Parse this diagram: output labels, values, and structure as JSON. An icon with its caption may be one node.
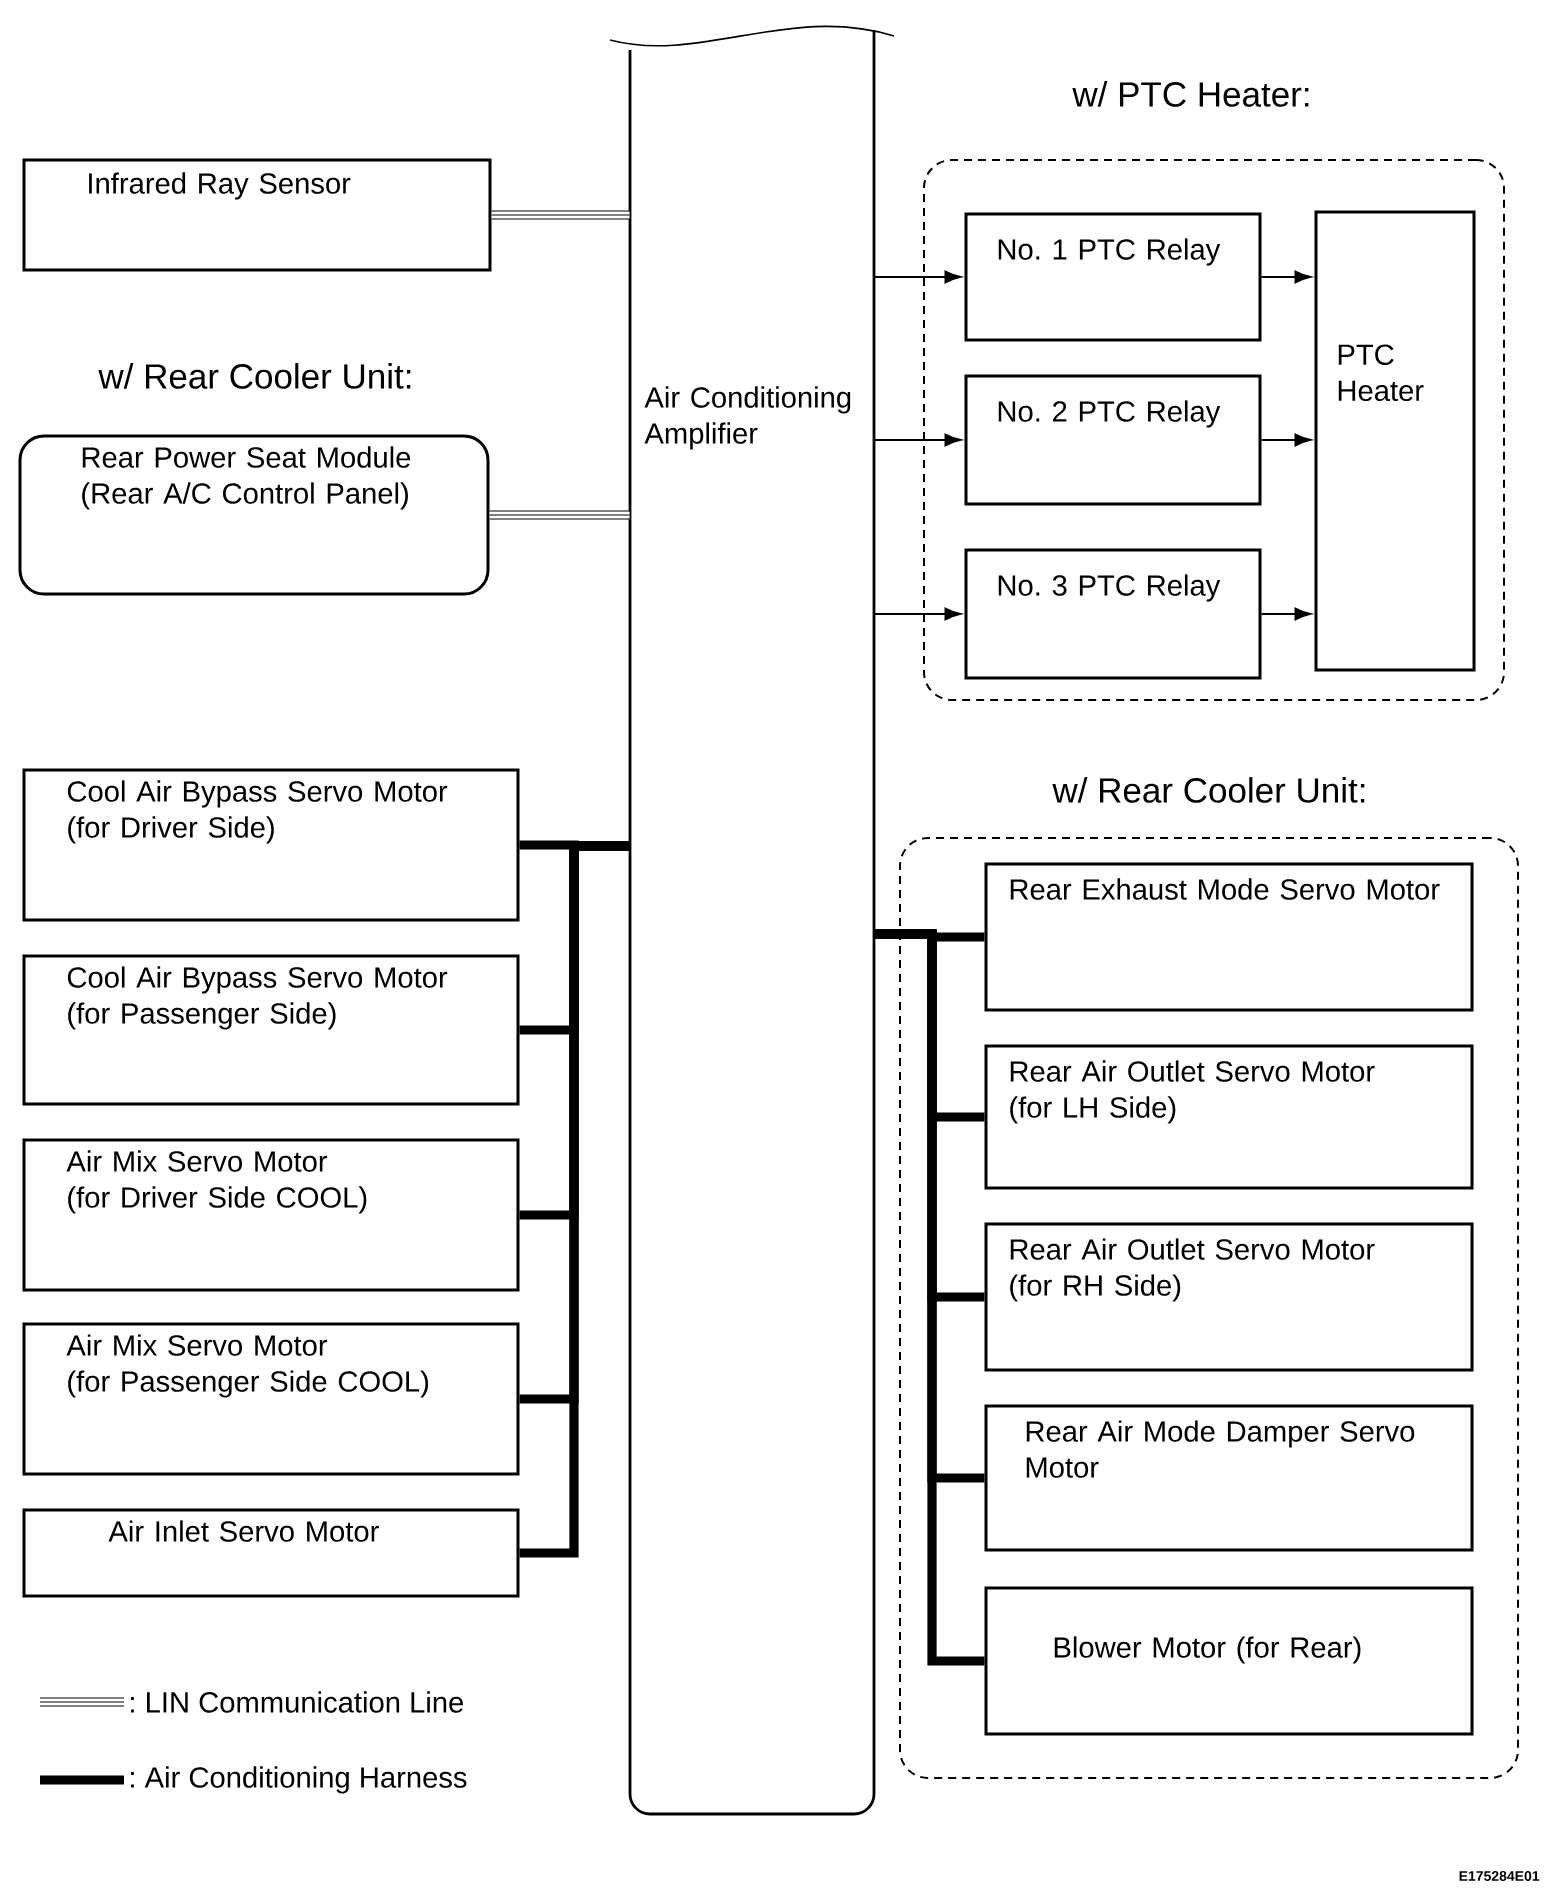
{
  "diagram": {
    "nodes": [
      {
        "text": [
          "Air Conditioning Amplifier"
        ]
      },
      {
        "text": [
          "Infrared Ray Sensor"
        ]
      },
      {
        "text": [
          "w/ Rear Cooler Unit:",
          "Rear Power Seat Module (Rear A/C Control Panel)"
        ]
      },
      {
        "text": [
          "w/ PTC Heater:"
        ]
      },
      {
        "text": [
          "No. 1 PTC Relay"
        ],
        "in": 3
      },
      {
        "text": [
          "No. 2 PTC Relay"
        ],
        "in": 3
      },
      {
        "text": [
          "No. 3 PTC Relay"
        ],
        "in": 3
      },
      {
        "text": [
          "PTC Heater"
        ],
        "in": 3
      },
      {
        "text": [
          "w/ Rear Cooler Unit:"
        ]
      },
      {
        "text": [
          "Rear Exhaust Mode Servo Motor"
        ],
        "in": 8
      },
      {
        "text": [
          "Rear Air Outlet Servo Motor (for LH Side)"
        ],
        "in": 8
      },
      {
        "text": [
          "Rear Air Outlet Servo Motor (for RH Side)"
        ],
        "in": 8
      },
      {
        "text": [
          "Rear Air Mode Damper Servo Motor"
        ],
        "in": 8
      },
      {
        "text": [
          "Blower Motor (for Rear)"
        ],
        "in": 8
      },
      {
        "text": [
          "Cool Air Bypass Servo Motor (for Driver Side)"
        ]
      },
      {
        "text": [
          "Cool Air Bypass Servo Motor (for Passenger Side)"
        ]
      },
      {
        "text": [
          "Air Mix Servo Motor (for Driver Side COOL)"
        ]
      },
      {
        "text": [
          "Air Mix Servo Motor (for Passenger Side COOL)"
        ]
      },
      {
        "text": [
          "Air Inlet Servo Motor"
        ]
      }
    ],
    "edges": [
      {
        "from": 1,
        "to": 0,
        "arrow": "none"
      },
      {
        "from": 2,
        "to": 0,
        "arrow": "none"
      },
      {
        "from": 0,
        "to": 4,
        "arrow": "to"
      },
      {
        "from": 0,
        "to": 5,
        "arrow": "to"
      },
      {
        "from": 0,
        "to": 6,
        "arrow": "to"
      },
      {
        "from": 4,
        "to": 7,
        "arrow": "to"
      },
      {
        "from": 5,
        "to": 7,
        "arrow": "to"
      },
      {
        "from": 6,
        "to": 7,
        "arrow": "to"
      },
      {
        "from": 14,
        "to": 0,
        "arrow": "none"
      },
      {
        "from": 15,
        "to": 0,
        "arrow": "none"
      },
      {
        "from": 16,
        "to": 0,
        "arrow": "none"
      },
      {
        "from": 17,
        "to": 0,
        "arrow": "none"
      },
      {
        "from": 18,
        "to": 0,
        "arrow": "none"
      },
      {
        "from": 9,
        "to": 0,
        "arrow": "none"
      },
      {
        "from": 10,
        "to": 0,
        "arrow": "none"
      },
      {
        "from": 11,
        "to": 0,
        "arrow": "none"
      },
      {
        "from": 12,
        "to": 0,
        "arrow": "none"
      },
      {
        "from": 13,
        "to": 0,
        "arrow": "none"
      }
    ],
    "labels": [
      "E175284E01"
    ],
    "legend": [
      {
        "text": ": LIN Communication Line"
      },
      {
        "text": ": Air Conditioning Harness"
      }
    ]
  }
}
